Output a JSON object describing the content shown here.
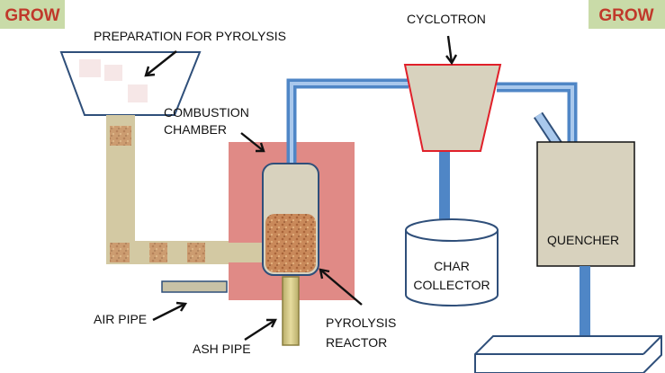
{
  "badges": {
    "left": "GROW",
    "right": "GROW"
  },
  "labels": {
    "preparation": "PREPARATION FOR PYROLYSIS",
    "cyclotron": "CYCLOTRON",
    "combustion_line1": "COMBUSTION",
    "combustion_line2": "CHAMBER",
    "quencher": "QUENCHER",
    "char_line1": "CHAR",
    "char_line2": "COLLECTOR",
    "air_pipe": "AIR PIPE",
    "ash_pipe": "ASH PIPE",
    "reactor_line1": "PYROLYSIS",
    "reactor_line2": "REACTOR"
  },
  "colors": {
    "badge_bg": "#c9dba8",
    "badge_text": "#c0392b",
    "pipe_blue": "#4f86c6",
    "pipe_blue_light": "#a9c8ec",
    "chamber_red": "#e08a86",
    "vessel_beige": "#d8d2be",
    "feed_tan": "#d3c9a3",
    "reactor_fill": "#c98a5a",
    "cyclone_outline": "#e0202a"
  }
}
